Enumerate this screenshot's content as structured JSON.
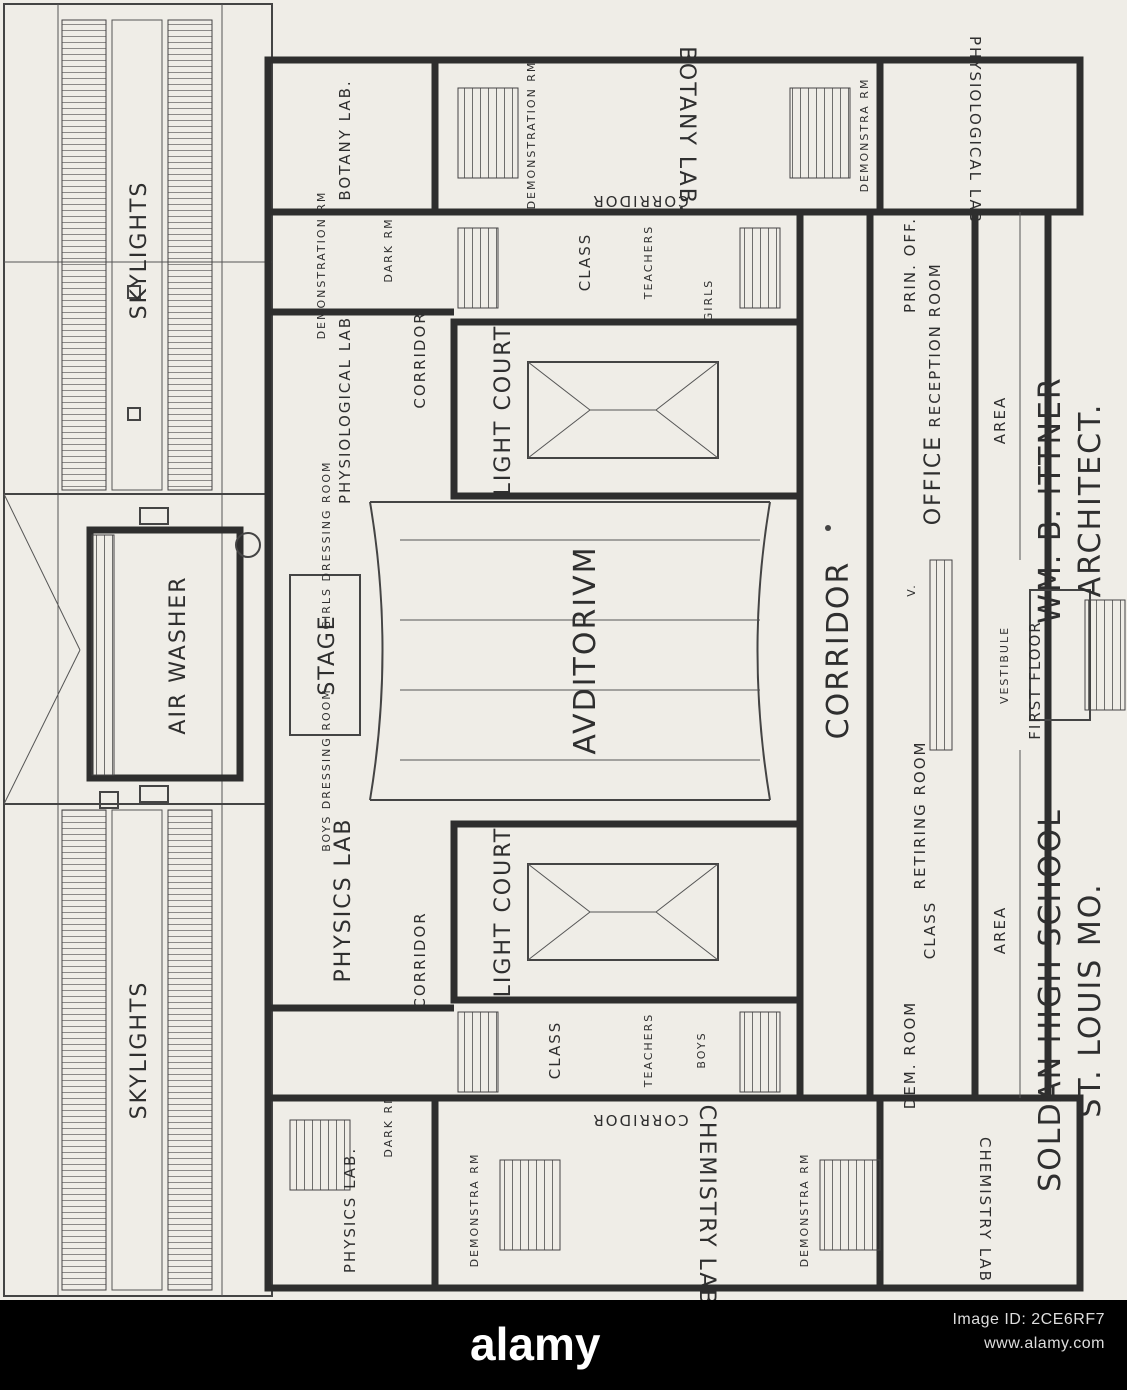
{
  "plan": {
    "rooms": {
      "skylights_top": "SKYLIGHTS",
      "skylights_bottom": "SKYLIGHTS",
      "air_washer": "AIR WASHER",
      "botany_lab_small": "BOTANY LAB.",
      "botany_lab_big": "BOTANY LAB.",
      "demonstration_rm_botany": "DEMONSTRATION RM",
      "demonstra_rm_botany": "DEMONSTRA RM",
      "physiological_lab_big": "PHYSIOLOGICAL LAB",
      "physiological_lab": "PHYSIOLOGICAL LAB",
      "demonstration_rm": "DEMONSTRATION RM",
      "dark_rm_top": "DARK RM",
      "corridor_top": "CORRIDOR",
      "corridor_inner_top": "CORRIDOR",
      "light_court_top": "LIGHT COURT",
      "class_top": "CLASS",
      "teachers_top": "TEACHERS",
      "girls": "GIRLS",
      "prin_off": "PRIN. OFF.",
      "reception_room": "RECEPTION ROOM",
      "office": "OFFICE",
      "area_top": "AREA",
      "girls_dressing_room": "GIRLS DRESSING ROOM",
      "stage": "STAGE",
      "boys_dressing_room": "BOYS DRESSING ROOM",
      "auditorium": "AVDITORIVM",
      "corridor_main": "CORRIDOR",
      "v": "V.",
      "vestibule": "VESTIBULE",
      "retiring_room": "RETIRING ROOM",
      "physics_lab_top": "PHYSICS LAB",
      "corridor_inner_bottom": "CORRIDOR",
      "light_court_bottom": "LIGHT COURT",
      "class_bottom": "CLASS",
      "class_inner": "CLASS",
      "teachers_bottom": "TEACHERS",
      "boys": "BOYS",
      "dem_room": "DEM. ROOM",
      "area_bottom": "AREA",
      "dark_rm_bottom": "DARK RM",
      "corridor_bottom": "CORRIDOR",
      "physics_lab_small": "PHYSICS LAB.",
      "demonstra_rm_1": "DEMONSTRA RM",
      "demonstra_rm_2": "DEMONSTRA RM",
      "chemistry_lab_big": "CHEMISTRY LAB.",
      "chemistry_lab_small": "CHEMISTRY LAB"
    },
    "caption": {
      "architect_name": "WM. B. ITTNER",
      "architect_title": "ARCHITECT.",
      "floor": "FIRST FLOOR",
      "school": "SOLDAN HIGH SCHOOL",
      "city": "ST. LOUIS MO."
    }
  },
  "footer": {
    "brand": "alamy",
    "image_id_label": "Image ID: 2CE6RF7",
    "site": "www.alamy.com"
  }
}
